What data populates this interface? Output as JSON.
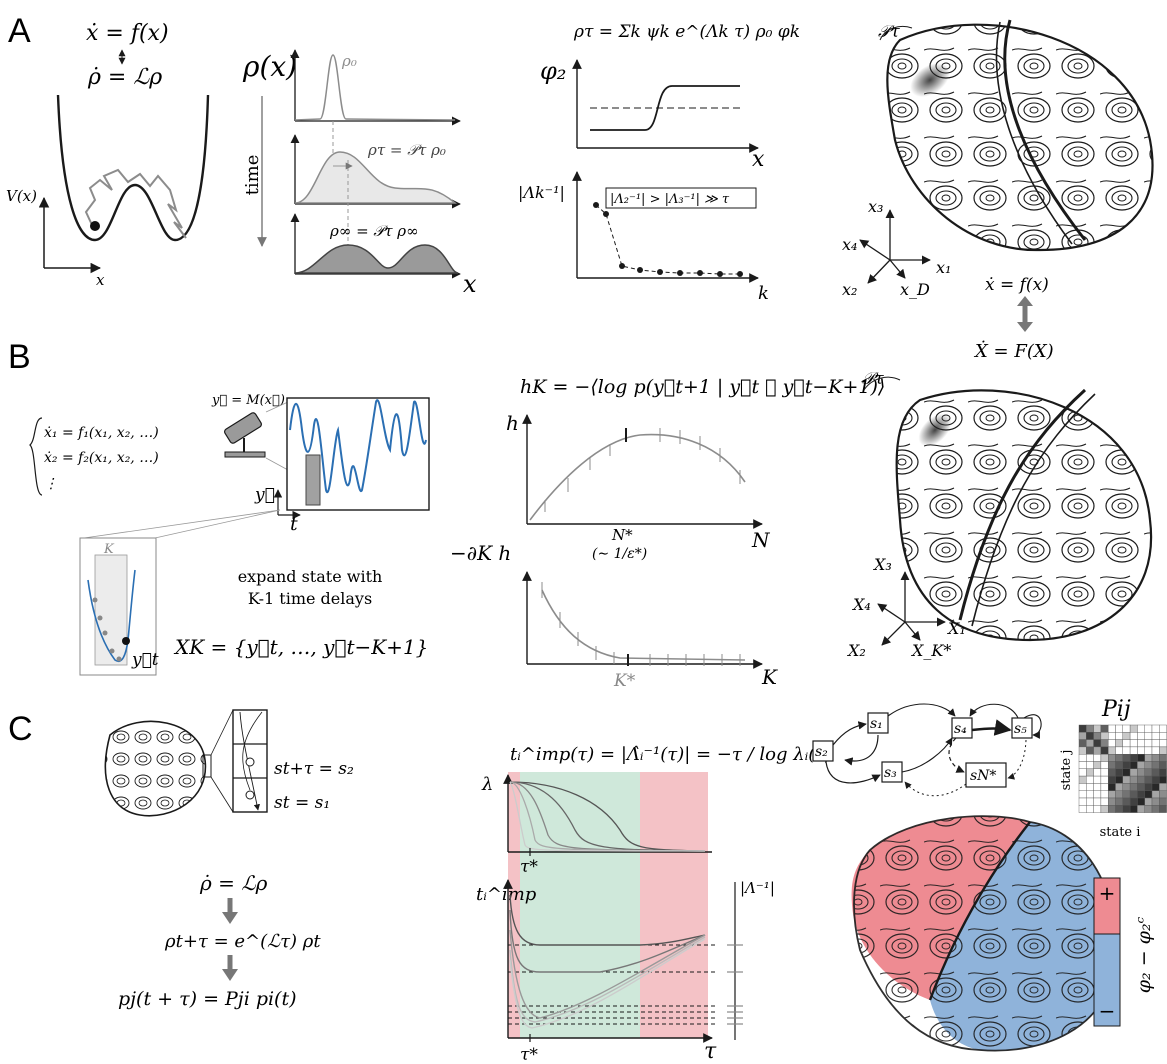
{
  "colors": {
    "ink": "#1a1a1a",
    "gray": "#8c8c8c",
    "light_gray": "#d9d9d9",
    "blue_signal": "#2b6fb3",
    "red_region": "#ee8b92",
    "blue_region": "#8fb3da",
    "green_band": "#cfe8da",
    "pink_band": "#f4c2c6"
  },
  "panel_a": {
    "letter": "A",
    "eq_ode": "ẋ = f(x)",
    "eq_fp": "ρ̇ = ℒρ",
    "well_ylabel": "V(x)",
    "well_xlabel": "x",
    "density_ylabel": "ρ(x)",
    "time_label": "time",
    "rho0": "ρ₀",
    "rho_tau": "ρτ = 𝒫τ ρ₀",
    "rho_inf": "ρ∞ = 𝒫τ ρ∞",
    "density_xlabel": "x",
    "expansion": "ρτ = Σk ψk e^(Λk τ) ρ₀ φk",
    "phi2": "φ₂",
    "phi_xlabel": "x",
    "lambda_ylabel": "|Λk⁻¹|",
    "lambda_box": "|Λ₂⁻¹| > |Λ₃⁻¹| ≫ τ",
    "lambda_xlabel": "k",
    "prop_label": "𝒫τ",
    "axes": [
      "x₃",
      "x₄",
      "x₁",
      "x₂",
      "x_D"
    ],
    "eq_bottom": "ẋ = f(x)"
  },
  "panel_b": {
    "letter": "B",
    "eq_big": "Ẋ = F(X)",
    "ode_lines": [
      "ẋ₁ = f₁(x₁, x₂, …)",
      "ẋ₂ = f₂(x₁, x₂, …)",
      "⋮"
    ],
    "measure": "y⃗ = M(x⃗)",
    "signal_ylabel": "y⃗",
    "signal_xlabel": "t",
    "k_label": "K",
    "yt_label": "y⃗t",
    "expand_text": [
      "expand state with",
      "K-1 time delays"
    ],
    "xk_eq": "XK = {y⃗t, …, y⃗t−K+1}",
    "entropy_eq": "hK = −⟨log p(y⃗t+1 | y⃗t ⋯ y⃗t−K+1)⟩",
    "h_ylabel": "h",
    "h_xlabel": "N",
    "n_star": "N*",
    "n_star_sub": "(∼ 1/ε*)",
    "dh_ylabel": "−∂K h",
    "dh_xlabel": "K",
    "k_star": "K*",
    "prop_label": "𝒫τ",
    "axes": [
      "X₃",
      "X₄",
      "X₁",
      "X₂",
      "X_K*"
    ]
  },
  "panel_c": {
    "letter": "C",
    "state_next": "st+τ = s₂",
    "state_now": "st = s₁",
    "eq1": "ρ̇ = ℒρ",
    "eq2": "ρt+τ = e^(ℒτ) ρt",
    "eq3": "pj(t + τ) = Pji pi(t)",
    "timp_eq": "tᵢ^imp(τ) = |Λ̂ᵢ⁻¹(τ)| = −τ / log λᵢ(τ)",
    "lambda_label": "λ",
    "tau_star": "τ*",
    "timp_label": "tᵢ^imp",
    "tau_star_bottom": "τ*",
    "tau_axis": "τ",
    "inv_lambda": "|Λ⁻¹|",
    "states": [
      "s₁",
      "s₂",
      "s₃",
      "s₄",
      "s₅",
      "sN*"
    ],
    "matrix_title": "Pij",
    "matrix_ylabel": "state j",
    "matrix_xlabel": "state i",
    "plus": "+",
    "minus": "−",
    "colorbar_label": "φ₂ − φ₂ᶜ"
  }
}
